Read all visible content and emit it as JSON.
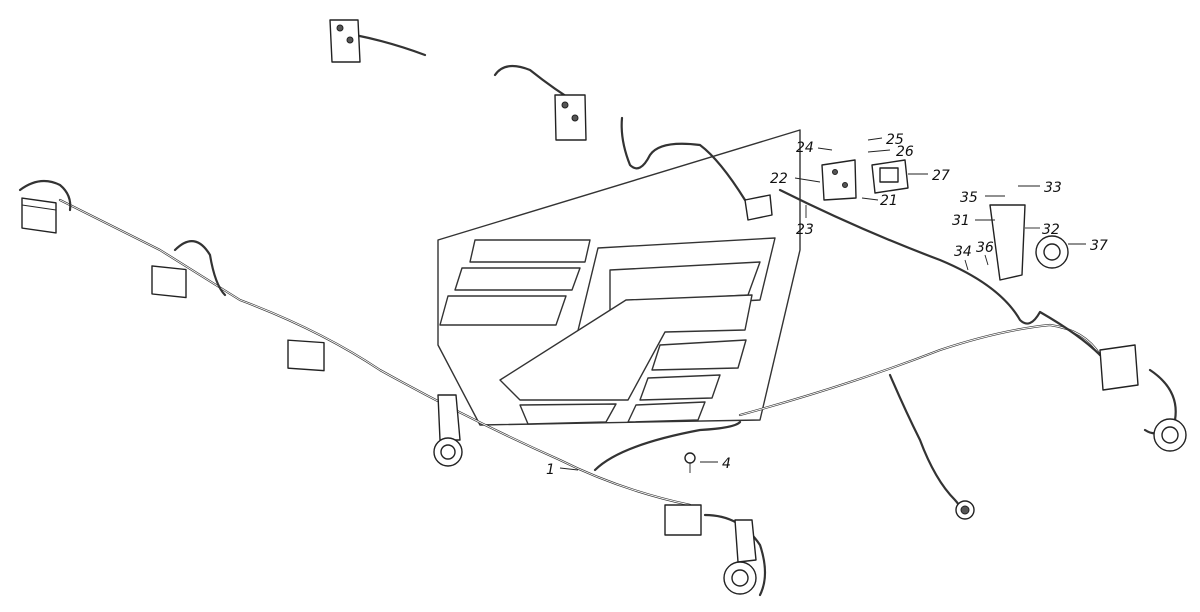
{
  "diagram": {
    "labels": {
      "l1": "1",
      "l4": "4",
      "l21": "21",
      "l22": "22",
      "l23": "23",
      "l24": "24",
      "l25": "25",
      "l26": "26",
      "l27": "27",
      "l31": "31",
      "l32": "32",
      "l33": "33",
      "l34": "34",
      "l35": "35",
      "l36": "36",
      "l37": "37"
    }
  }
}
